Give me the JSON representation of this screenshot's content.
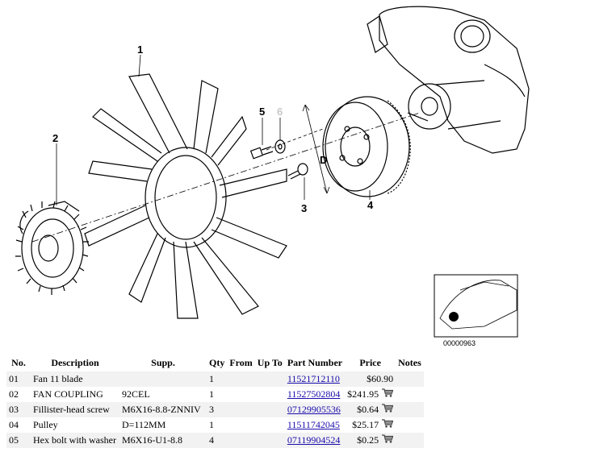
{
  "diagram": {
    "callouts": [
      "1",
      "2",
      "3",
      "4",
      "5",
      "6",
      "D"
    ],
    "inset_code": "00000963"
  },
  "table": {
    "headers": [
      "No.",
      "Description",
      "Supp.",
      "Qty",
      "From",
      "Up To",
      "Part Number",
      "Price",
      "Notes"
    ],
    "rows": [
      {
        "no": "01",
        "description": "Fan 11 blade",
        "supp": "",
        "qty": "1",
        "from": "",
        "upto": "",
        "part": "11521712110",
        "price": "$60.90",
        "cart": false
      },
      {
        "no": "02",
        "description": "FAN COUPLING",
        "supp": "92CEL",
        "qty": "1",
        "from": "",
        "upto": "",
        "part": "11527502804",
        "price": "$241.95",
        "cart": true
      },
      {
        "no": "03",
        "description": "Fillister-head screw",
        "supp": "M6X16-8.8-ZNNIV",
        "qty": "3",
        "from": "",
        "upto": "",
        "part": "07129905536",
        "price": "$0.64",
        "cart": true
      },
      {
        "no": "04",
        "description": "Pulley",
        "supp": "D=112MM",
        "qty": "1",
        "from": "",
        "upto": "",
        "part": "11511742045",
        "price": "$25.17",
        "cart": true
      },
      {
        "no": "05",
        "description": "Hex bolt with washer",
        "supp": "M6X16-U1-8.8",
        "qty": "4",
        "from": "",
        "upto": "",
        "part": "07119904524",
        "price": "$0.25",
        "cart": true
      }
    ]
  },
  "icons": {
    "cart": "cart-icon"
  },
  "colors": {
    "link": "#1a0dab",
    "row_alt": "#f2f2f2"
  }
}
